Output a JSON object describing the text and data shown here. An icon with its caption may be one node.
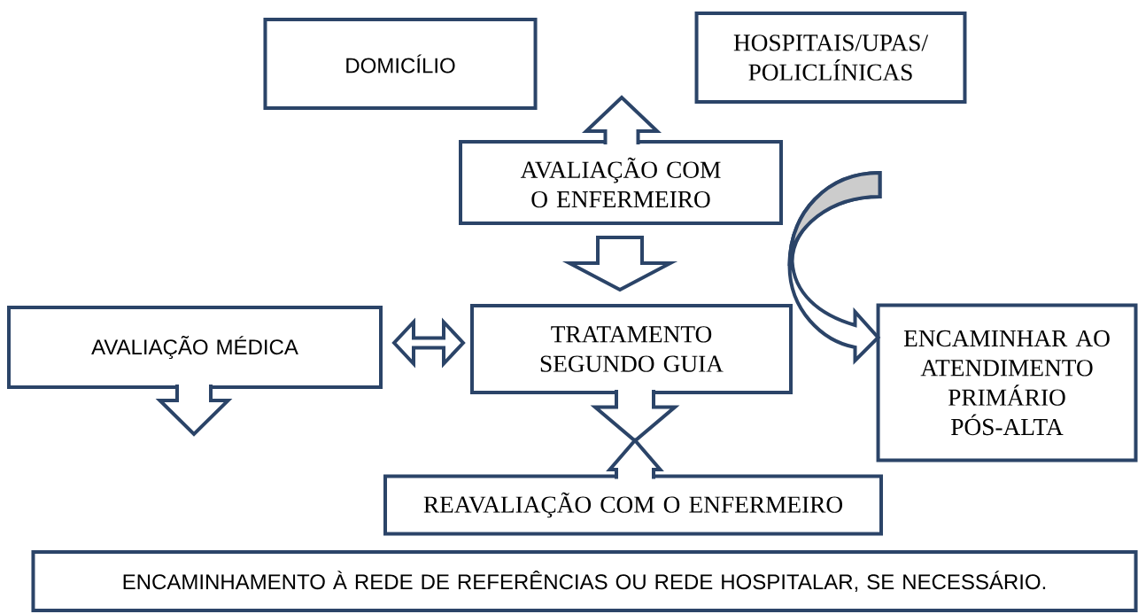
{
  "diagram": {
    "nodes": [
      {
        "text": [
          "DOMICÍLIO"
        ]
      },
      {
        "text": [
          "HOSPITAIS/UPAS/ POLICLÍNICAS"
        ]
      },
      {
        "text": [
          "AVALIAÇÃO COM O ENFERMEIRO"
        ]
      },
      {
        "text": [
          "AVALIAÇÃO MÉDICA"
        ]
      },
      {
        "text": [
          "TRATAMENTO SEGUNDO GUIA"
        ]
      },
      {
        "text": [
          "ENCAMINHAR AO ATENDIMENTO PRIMÁRIO PÓS-ALTA"
        ]
      },
      {
        "text": [
          "REAVALIAÇÃO COM O ENFERMEIRO"
        ]
      },
      {
        "text": [
          "ENCAMINHAMENTO À REDE DE REFERÊNCIAS OU REDE HOSPITALAR, SE NECESSÁRIO."
        ]
      }
    ],
    "edges": [
      {
        "from": 2,
        "to": null,
        "arrow": "to"
      },
      {
        "from": 2,
        "to": 4,
        "arrow": "to"
      },
      {
        "from": 3,
        "to": 4,
        "arrow": "both"
      },
      {
        "from": 3,
        "to": null,
        "arrow": "to"
      },
      {
        "from": 4,
        "to": 6,
        "arrow": "to"
      },
      {
        "from": 6,
        "to": 4,
        "arrow": "to"
      },
      {
        "from": null,
        "to": 5,
        "arrow": "to"
      }
    ]
  }
}
